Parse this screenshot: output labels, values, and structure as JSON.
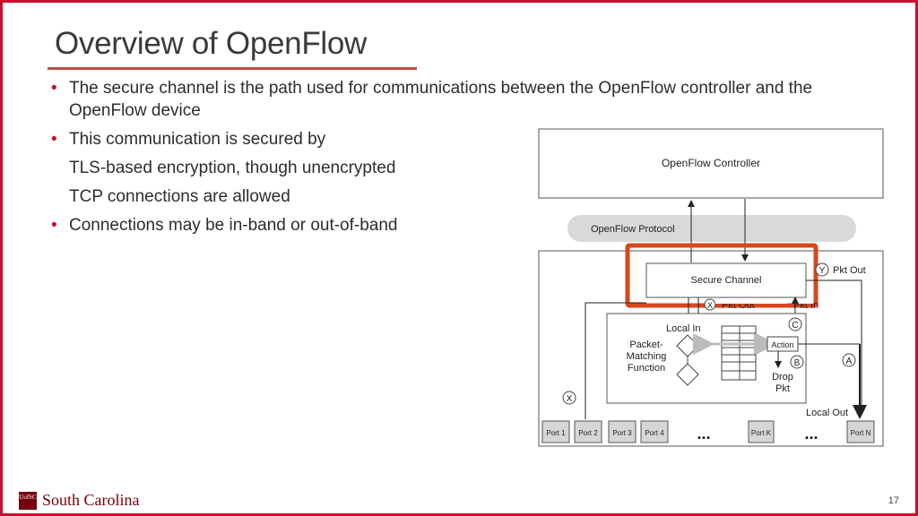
{
  "slide": {
    "title": "Overview of OpenFlow",
    "bullets": [
      "The secure channel is the path used for communications between the OpenFlow controller and the OpenFlow device",
      "This communication is secured by",
      "TLS-based encryption, though unencrypted",
      "TCP connections are allowed",
      "Connections may be in-band or out-of-band"
    ],
    "page_number": "17",
    "logo": {
      "emblem": "UofSC",
      "text": "South Carolina"
    }
  },
  "diagram": {
    "controller": "OpenFlow Controller",
    "protocol": "OpenFlow Protocol",
    "secure_channel": "Secure Channel",
    "pkt_out_top": "Pkt Out",
    "pkt_out_mid": "Pkt Out",
    "pkt_in": "Pkt In",
    "local_in": "Local In",
    "local_out": "Local Out",
    "pmf_line1": "Packet-",
    "pmf_line2": "Matching",
    "pmf_line3": "Function",
    "action": "Action",
    "drop_line1": "Drop",
    "drop_line2": "Pkt",
    "markers": {
      "y1": "Y",
      "x1": "X",
      "c": "C",
      "b": "B",
      "a": "A",
      "x2": "X"
    },
    "ports": [
      "Port 1",
      "Port 2",
      "Port 3",
      "Port 4",
      "Port K",
      "Port N"
    ],
    "ellipsis": "..."
  },
  "colors": {
    "accent": "#c8102e",
    "highlight": "#d9461c",
    "brand": "#73000a"
  }
}
